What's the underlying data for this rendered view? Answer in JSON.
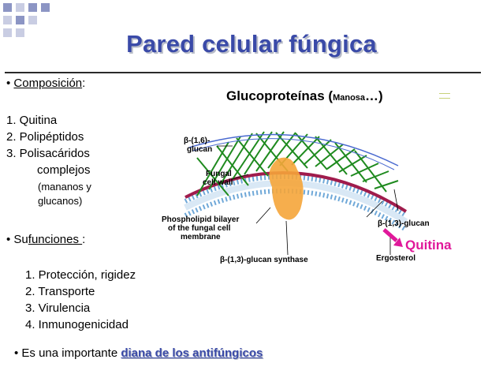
{
  "slide": {
    "title": "Pared celular fúngica",
    "composition": {
      "label": "Composición",
      "colon": ":",
      "items": [
        "1.  Quitina",
        "2.  Polipéptidos",
        "3.  Polisacáridos"
      ],
      "item3_cont": "complejos",
      "item3_detail": [
        "(mananos y",
        "glucanos)"
      ]
    },
    "glyco": {
      "main": "Glucoproteínas (",
      "small": "Manosa",
      "end": "…)"
    },
    "functions": {
      "prefix": "Su",
      "label": "funciones ",
      "colon": ":",
      "items": [
        "1. Protección, rigidez",
        "2. Transporte",
        "3. Virulencia",
        "4. Inmunogenicidad"
      ]
    },
    "target": {
      "prefix": "Es una importante ",
      "link": "diana de los antifúngicos"
    },
    "quitina": "Quitina"
  },
  "diagram_labels": {
    "b16_line1": "β-(1,6)-",
    "b16_line2": "glucan",
    "wall_line1": "Fungal",
    "wall_line2": "cell wall",
    "pb_line1": "Phospholipid bilayer",
    "pb_line2": "of the fungal cell",
    "pb_line3": "membrane",
    "b13_glucan": "β-(1,3)-glucan",
    "synthase": "β-(1,3)-glucan synthase",
    "ergosterol": "Ergosterol"
  },
  "colors": {
    "title": "#3a4aa8",
    "quitina": "#e0189a",
    "chitin_fiber": "#1e8a1e",
    "membrane": "#a01c4c",
    "synthase": "#f5a53a"
  }
}
